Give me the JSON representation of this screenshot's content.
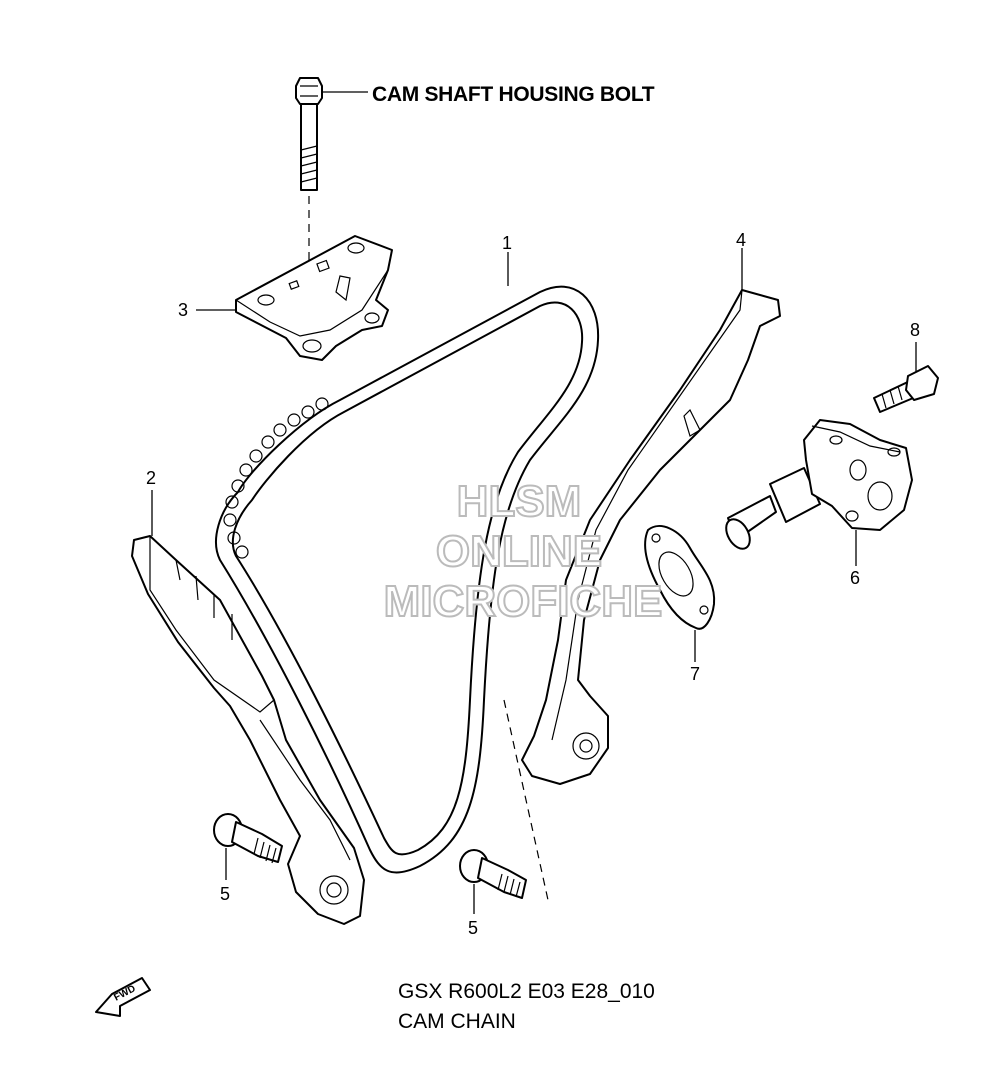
{
  "labels": {
    "cam_shaft_housing_bolt": "CAM SHAFT HOUSING BOLT",
    "part_1": "1",
    "part_2": "2",
    "part_3": "3",
    "part_4": "4",
    "part_5a": "5",
    "part_5b": "5",
    "part_6": "6",
    "part_7": "7",
    "part_8": "8"
  },
  "caption": {
    "code": "GSX R600L2 E03 E28_010",
    "name": "CAM CHAIN"
  },
  "watermark": {
    "line1": "HLSM",
    "line2": "ONLINE",
    "line3": "MICROFICHE"
  },
  "fwd_badge": "FWD"
}
